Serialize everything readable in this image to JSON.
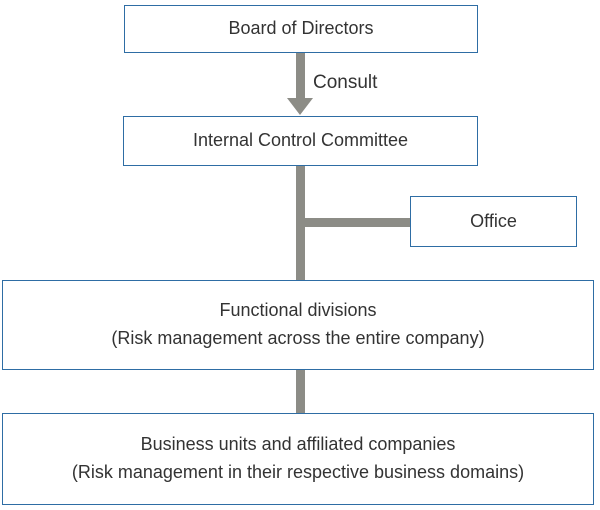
{
  "nodes": {
    "board": {
      "label": "Board of Directors"
    },
    "icc": {
      "label": "Internal Control Committee"
    },
    "office": {
      "label": "Office"
    },
    "functional": {
      "line1": "Functional divisions",
      "line2": "(Risk management across the entire company)"
    },
    "business": {
      "line1": "Business units and affiliated companies",
      "line2": "(Risk management in their respective business domains)"
    }
  },
  "edges": {
    "consult_label": "Consult"
  },
  "colors": {
    "box_border": "#2E6DA4",
    "connector": "#8C8C86",
    "text": "#333333",
    "bg": "#FFFFFF"
  }
}
